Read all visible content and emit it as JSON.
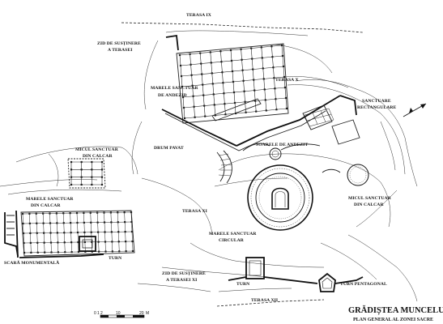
{
  "map": {
    "title": "GRĂDIȘTEA MUNCELULUI",
    "subtitle": "PLAN GENERAL AL ZONEI SACRE",
    "scale_labels": [
      "0",
      "1",
      "2",
      "10",
      "20",
      "M"
    ],
    "labels": {
      "terasa_ix": "TERASA IX",
      "zid_terasei_1": "ZID DE SUSȚINERE",
      "zid_terasei_2": "A TERASEI",
      "terasa_x": "TERASA X",
      "marele_andezit_1": "MARELE SANCTUAR",
      "marele_andezit_2": "DE ANDEZID",
      "sanctuare_rect_1": "SANCTUARE",
      "sanctuare_rect_2": "RECTANGULARE",
      "micul_calcar_1": "MICUL SANCTUAR",
      "micul_calcar_2": "DIN CALCAR",
      "drum_pavat": "DRUM PAVAT",
      "soarele": "SOARELE DE ANDEZIT",
      "marele_calcar_1": "MARELE SANCTUAR",
      "marele_calcar_2": "DIN CALCAR",
      "terasa_xi": "TERASA XI",
      "micul_calcar_right_1": "MICUL SANCTUAR",
      "micul_calcar_right_2": "DIN CALCAR",
      "marele_circular_1": "MARELE SANCTUAR",
      "marele_circular_2": "CIRCULAR",
      "scara": "SCARĂ MONUMENTALĂ",
      "turn": "TURN",
      "zid_xi_1": "ZID DE SUSȚINERE",
      "zid_xi_2": "A TERASEI XI",
      "turn_2": "TURN",
      "turn_pentagonal": "TURN PENTAGONAL",
      "terasa_xii": "TERASA XII"
    }
  }
}
